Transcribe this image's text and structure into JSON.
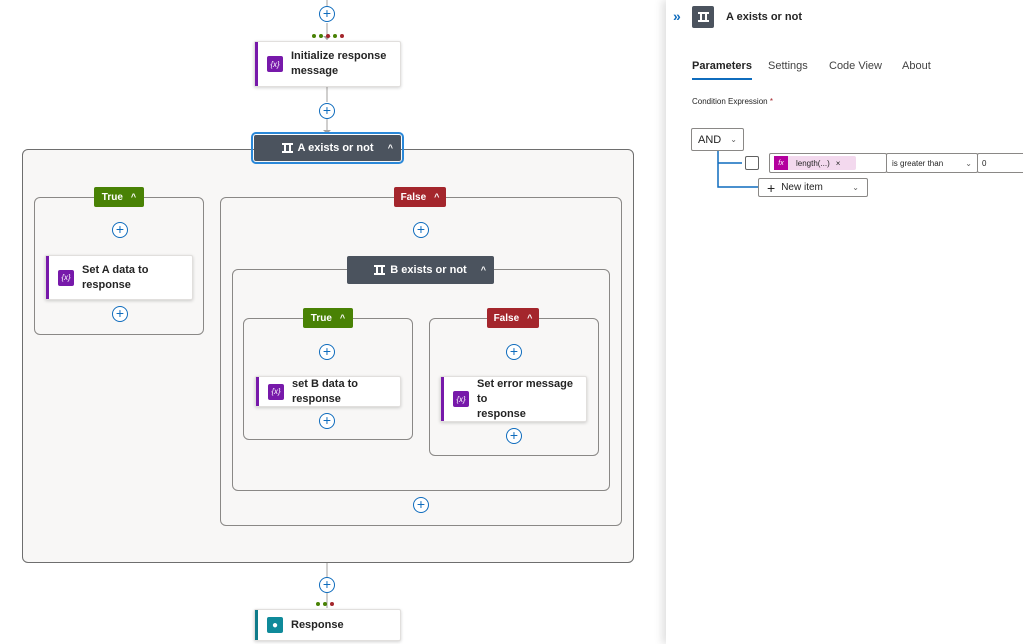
{
  "canvas": {
    "init_card": {
      "label_line1": "Initialize response",
      "label_line2": "message",
      "icon_text": "{x}"
    },
    "condition_a": {
      "title": "A exists or not",
      "chevron": "^"
    },
    "branch_a_true": {
      "label": "True"
    },
    "branch_a_false": {
      "label": "False"
    },
    "set_a_card": {
      "label_line1": "Set A data to",
      "label_line2": "response",
      "icon_text": "{x}"
    },
    "condition_b": {
      "title": "B exists or not",
      "chevron": "^"
    },
    "branch_b_true": {
      "label": "True"
    },
    "branch_b_false": {
      "label": "False"
    },
    "set_b_card": {
      "label": "set B data to response",
      "icon_text": "{x}"
    },
    "set_error_card": {
      "label_line1": "Set error message to",
      "label_line2": "response",
      "icon_text": "{x}"
    },
    "response_card": {
      "label": "Response"
    },
    "colors": {
      "variable": "#7719aa",
      "condition": "#4b535e",
      "true": "#498205",
      "false": "#a4262c",
      "accent": "#0f6cbd"
    }
  },
  "panel": {
    "expand_icon": "»",
    "title": "A exists or not",
    "tabs": [
      "Parameters",
      "Settings",
      "Code View",
      "About"
    ],
    "active_tab": "Parameters",
    "condition_label": "Condition Expression",
    "required_mark": "*",
    "group_operator": "AND",
    "row": {
      "token_icon": "fx",
      "token_text": "length(...)",
      "token_close": "×",
      "operator": "is greater than",
      "value": "0"
    },
    "new_item_label": "New item"
  }
}
